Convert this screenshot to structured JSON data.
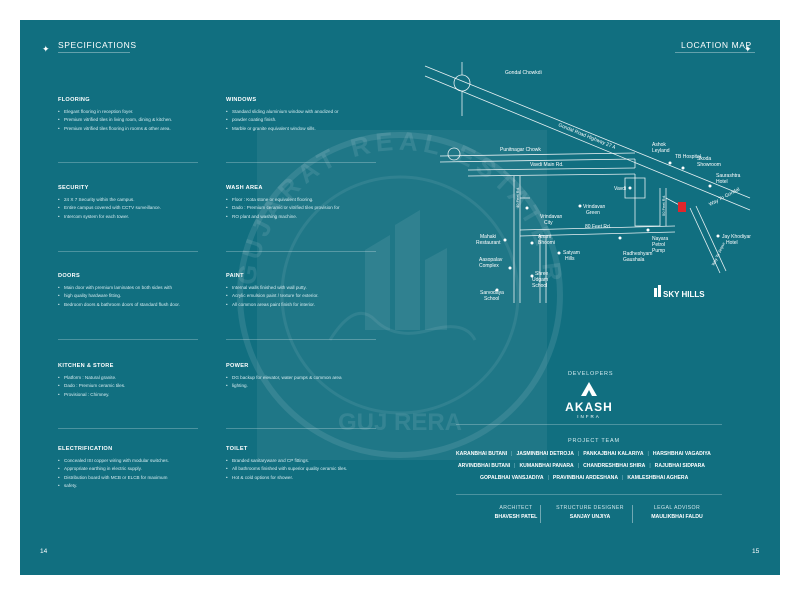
{
  "left_page": {
    "header": "SPECIFICATIONS",
    "page_number": "14",
    "specs": [
      {
        "title": "FLOORING",
        "items": [
          "Elegant flooring in reception foyer.",
          "Premium vitrified tiles in living room, dining & kitchen.",
          "Premium vitrified tiles flooring in rooms & other area."
        ]
      },
      {
        "title": "WINDOWS",
        "items": [
          "Standard sliding aluminium window with anodized or",
          "powder coating finish.",
          "Marble or granite equivalent window sills."
        ]
      },
      {
        "title": "SECURITY",
        "items": [
          "24 X 7 Security within the campus.",
          "Entire campus covered with CCTV surveillance.",
          "Intercom system for each tower."
        ]
      },
      {
        "title": "WASH AREA",
        "items": [
          "Floor : Kota stone or equivalent flooring.",
          "Dado : Premium ceramic or vitrified tiles provision for",
          "RO plant and washing machine."
        ]
      },
      {
        "title": "DOORS",
        "items": [
          "Main door with premium laminates on both sides with",
          "high quality hardware fitting.",
          "Bedroom doors & bathroom doors of standard flush door."
        ]
      },
      {
        "title": "PAINT",
        "items": [
          "Internal walls finished with wall putty.",
          "Acrylic emulsion paint / texture for exterior.",
          "All common areas paint finish for interior."
        ]
      },
      {
        "title": "KITCHEN & STORE",
        "items": [
          "Platform : Natural granite.",
          "Dado : Premium ceramic tiles.",
          "Provisional : Chimney."
        ]
      },
      {
        "title": "POWER",
        "items": [
          "DG backup for elevator, water pumps & common area",
          "lighting."
        ]
      },
      {
        "title": "ELECTRIFICATION",
        "items": [
          "Concealed ISI copper wiring with modular switches.",
          "Appropriate earthing in electric supply.",
          "Distribution board with MCB or ELCB for maximum",
          "safety."
        ]
      },
      {
        "title": "TOILET",
        "items": [
          "Branded sanitaryware and CP fittings.",
          "All bathrooms finished with superior quality ceramic tiles.",
          "Hot & cold options for shower."
        ]
      }
    ]
  },
  "right_page": {
    "header": "LOCATION MAP",
    "page_number": "15",
    "map_labels": {
      "gondal_chowkdi": "Gondal Chowkdi",
      "highway": "Gondal Road Highway 27 A",
      "punitnagar": "Punitnagar Chowk",
      "vavdi_main": "Vavdi Main Rd.",
      "feet80": "80 Feet Rd.",
      "ashok_leyland": [
        "Ashok",
        "Leyland"
      ],
      "tb_hospital": "TB Hospital",
      "skoda": [
        "Skoda",
        "Showroom"
      ],
      "saurashtra": [
        "Saurashtra",
        "Hotel"
      ],
      "vavdi": "Vavdi",
      "way_to_gondal": "Way To Gondal",
      "vrindavan_city": [
        "Vrindavan",
        "City"
      ],
      "vrindavan_green": [
        "Vrindavan",
        "Green"
      ],
      "mahaki": [
        "Mahaki",
        "Restaurant"
      ],
      "anani": [
        "Anani",
        "Bhoomi"
      ],
      "nayara": [
        "Nayara",
        "Petrol",
        "Pump"
      ],
      "jay_khodiyar": [
        "Jay Khodiyar",
        "Hotel"
      ],
      "asopalav": [
        "Aasopalav",
        "Complex"
      ],
      "satyam": [
        "Satyam",
        "Hills"
      ],
      "radheshyam": [
        "Radheshyam",
        "Gaushala"
      ],
      "shree_udgam": [
        "Shree",
        "Udgam",
        "School"
      ],
      "sarvodaya": [
        "Sarvodaya",
        "School"
      ],
      "feet40": "40 Feet Rd.",
      "feet50": "50 Feet Rd.",
      "way_to_jetpur": "Way To Jetpur",
      "project": "SKY HILLS"
    },
    "watermark": {
      "top": "GUJARAT REAL ESTATE REGULATORY AUTHORITY",
      "bottom": "GUJ RERA"
    },
    "developers_label": "DEVELOPERS",
    "developer_name": "AKASH",
    "developer_sub": "INFRA",
    "project_team_label": "PROJECT TEAM",
    "team_rows": [
      [
        "KARANBHAI BUTANI",
        "JASMINBHAI DETROJA",
        "PANKAJBHAI KALARIYA",
        "HARSHBHAI VAGADIYA"
      ],
      [
        "ARVINDBHAI BUTANI",
        "KUMANBHAI PANARA",
        "CHANDRESHBHAI SHIRA",
        "RAJUBHAI SIDPARA"
      ],
      [
        "GOPALBHAI VANSJADIYA",
        "PRAVINBHAI ARDESHANA",
        "KAMLESHBHAI AGHERA"
      ]
    ],
    "credits": [
      {
        "role": "ARCHITECT",
        "name": "BHAVESH PATEL"
      },
      {
        "role": "STRUCTURE DESIGNER",
        "name": "SANJAY UNJIYA"
      },
      {
        "role": "LEGAL ADVISOR",
        "name": "MAULIKBHAI FALDU"
      }
    ]
  },
  "colors": {
    "background": "#116f80",
    "accent_red": "#e0262b"
  }
}
